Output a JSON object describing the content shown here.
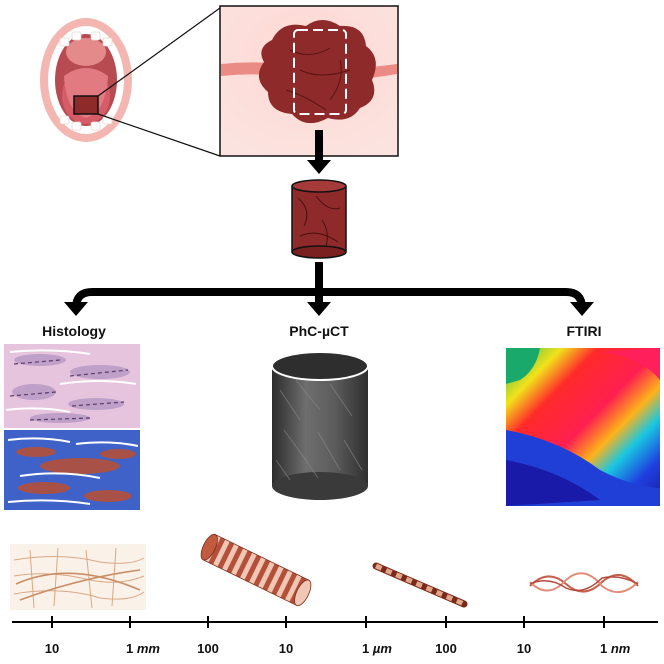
{
  "labels": {
    "histology": "Histology",
    "phc_uct": "PhC-µCT",
    "ftiri": "FTIRI"
  },
  "scale": {
    "ticks": [
      {
        "num": "10",
        "unit": ""
      },
      {
        "num": "1",
        "unit": "mm"
      },
      {
        "num": "100",
        "unit": ""
      },
      {
        "num": "10",
        "unit": ""
      },
      {
        "num": "1",
        "unit": "µm"
      },
      {
        "num": "100",
        "unit": ""
      },
      {
        "num": "10",
        "unit": ""
      },
      {
        "num": "1",
        "unit": "nm"
      }
    ]
  },
  "colors": {
    "tissue": "#8e2a2a",
    "gum": "#f3c9c4",
    "he_stain": "#e7c4de",
    "blue_stain": "#3e62c8",
    "fiber": "#c97a55",
    "ct_gray": "#5a5a5a"
  }
}
